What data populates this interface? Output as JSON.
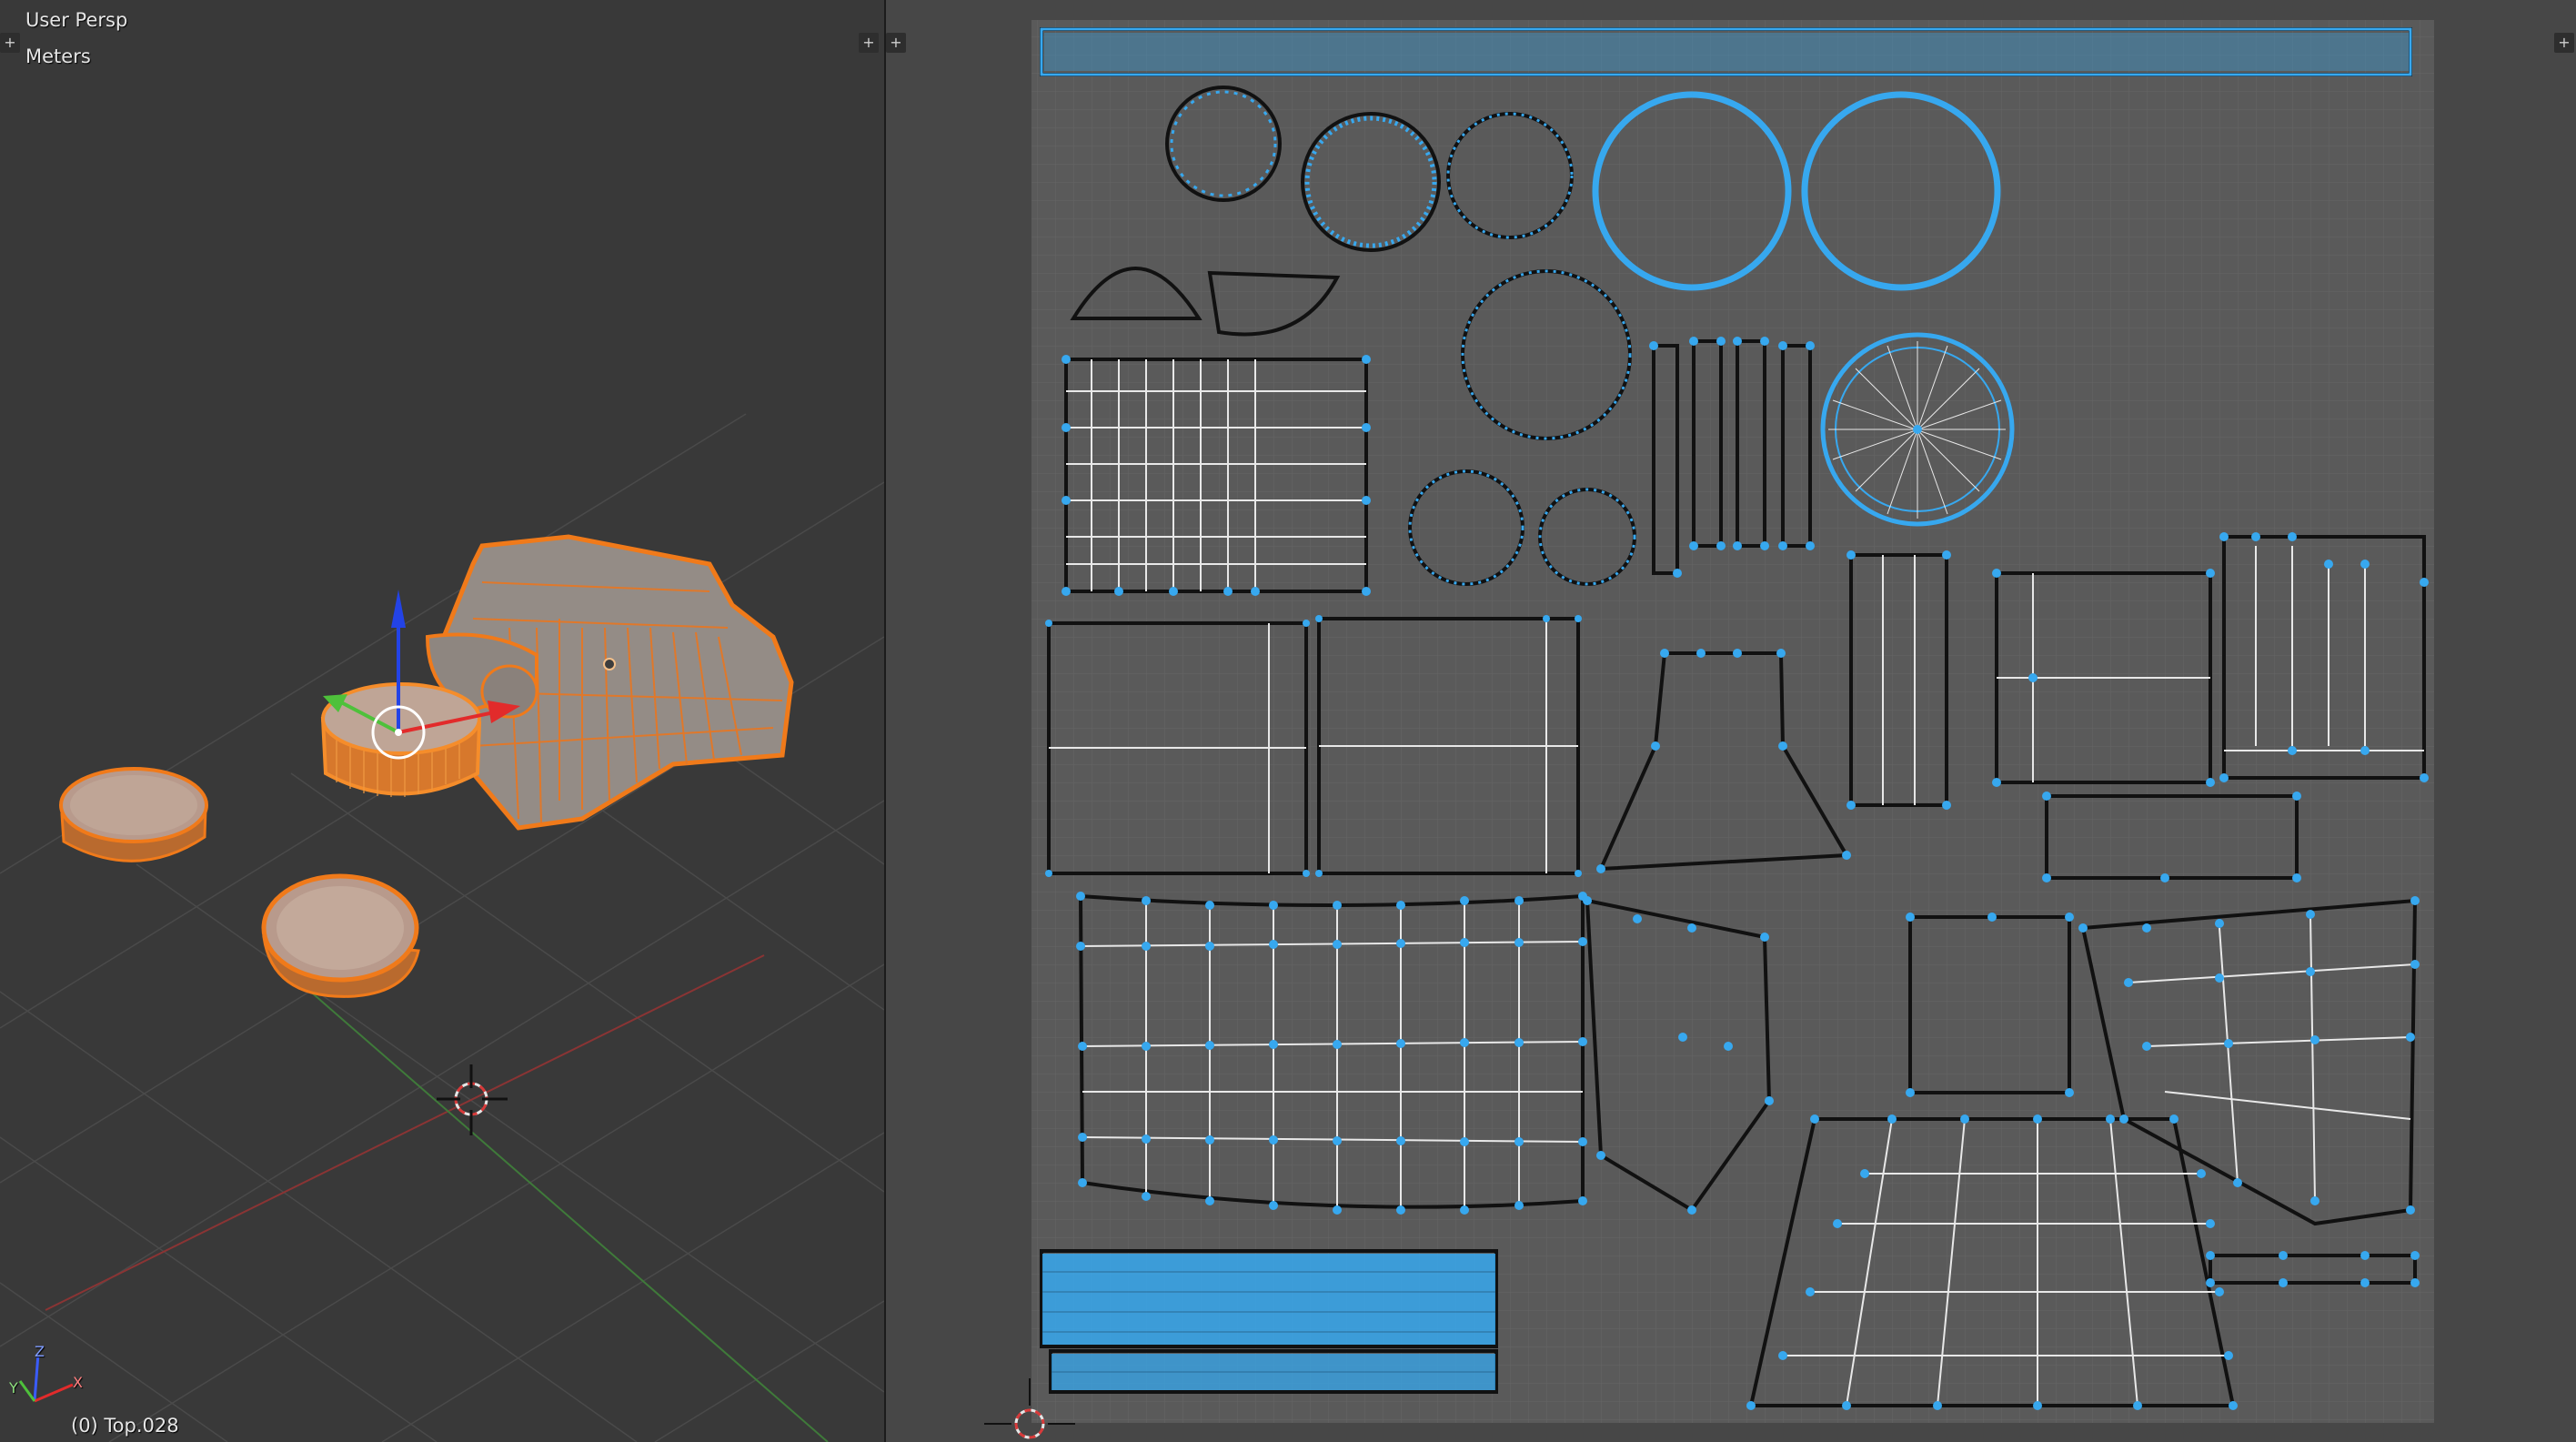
{
  "viewport3d": {
    "view_label": "User Persp",
    "units_label": "Meters",
    "object_label": "(0) Top.028",
    "axes": {
      "x": "X",
      "y": "Y",
      "z": "Z"
    },
    "widget_icon": "split-area-icon"
  },
  "uv_editor": {
    "widget_icon": "split-area-icon"
  },
  "colors": {
    "viewport_bg": "#393939",
    "uv_bg": "#474747",
    "texture_bg": "#5a5a5a",
    "selection_orange": "#f07a1a",
    "uv_vertex_blue": "#37a8ef",
    "gizmo_x": "#e22b2b",
    "gizmo_y": "#4ec13b",
    "gizmo_z": "#2343e6"
  }
}
